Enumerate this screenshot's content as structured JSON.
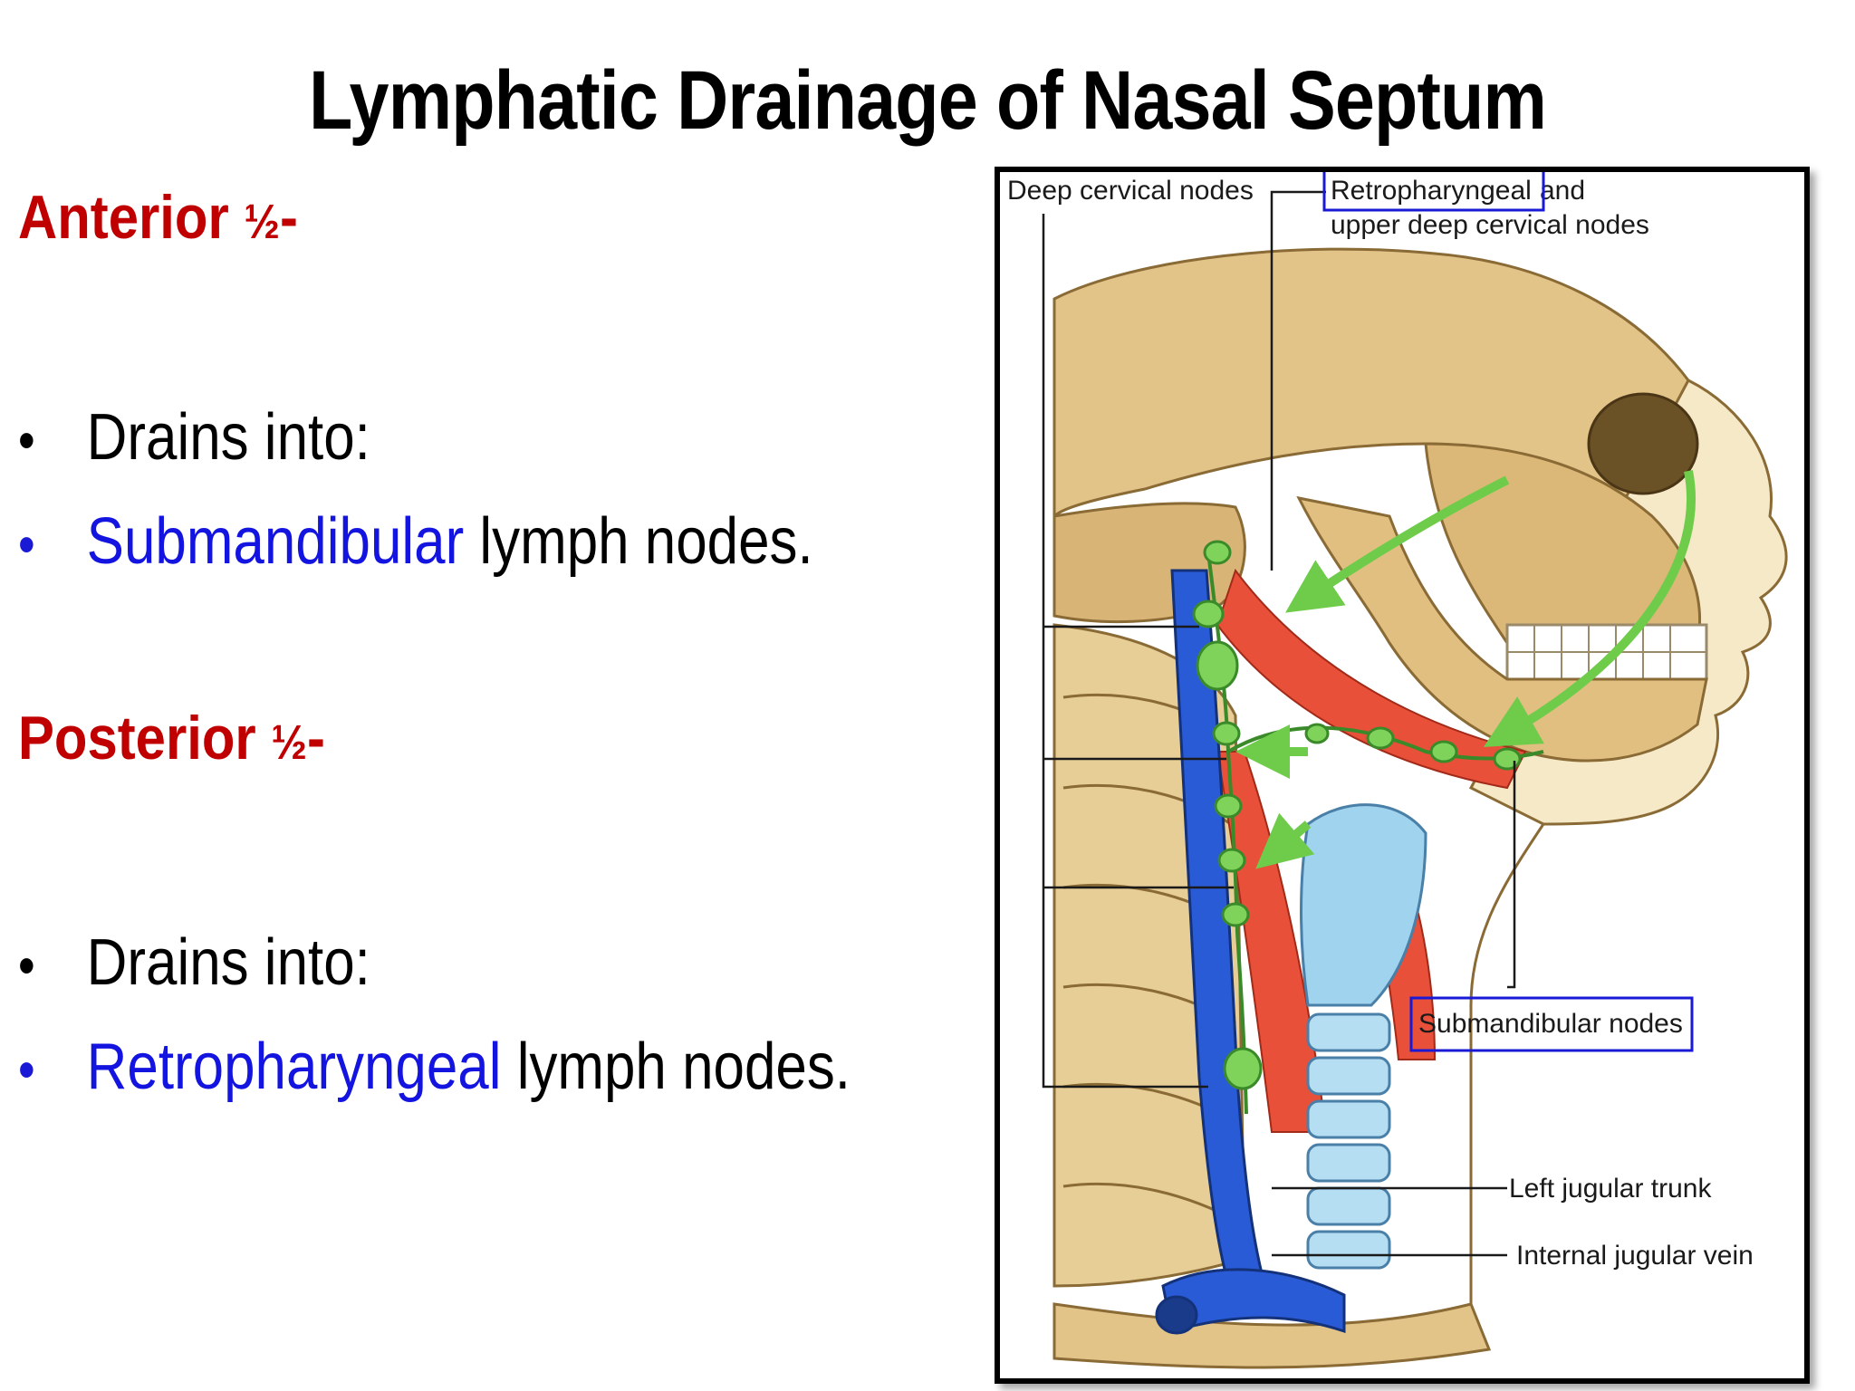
{
  "title": "Lymphatic Drainage of Nasal Septum",
  "anterior": {
    "heading": "Anterior ",
    "fraction": "½",
    "suffix": "-",
    "bullet1": "Drains into:",
    "bullet2_highlight": "Submandibular",
    "bullet2_rest": " lymph nodes."
  },
  "posterior": {
    "heading": "Posterior ",
    "fraction": "½",
    "suffix": "-",
    "bullet1": "Drains into:",
    "bullet2_highlight": "Retropharyngeal",
    "bullet2_rest": " lymph nodes."
  },
  "bullet_char": "•",
  "diagram_labels": {
    "deep_cervical": "Deep cervical nodes",
    "retropharyngeal": "Retropharyngeal",
    "retropharyngeal_and": " and",
    "upper_deep_cervical": "upper deep cervical nodes",
    "submandibular": "Submandibular nodes",
    "left_jugular_trunk": "Left jugular trunk",
    "internal_jugular_vein": "Internal jugular vein"
  },
  "colors": {
    "heading_red": "#c00000",
    "highlight_blue": "#1414e0",
    "label_box_blue": "#1a1ad6",
    "bone": "#e2c488",
    "vein": "#2a5bd7",
    "lymph_green": "#7fd35a",
    "muscle": "#e8503a",
    "cartilage": "#9fd3ee"
  }
}
